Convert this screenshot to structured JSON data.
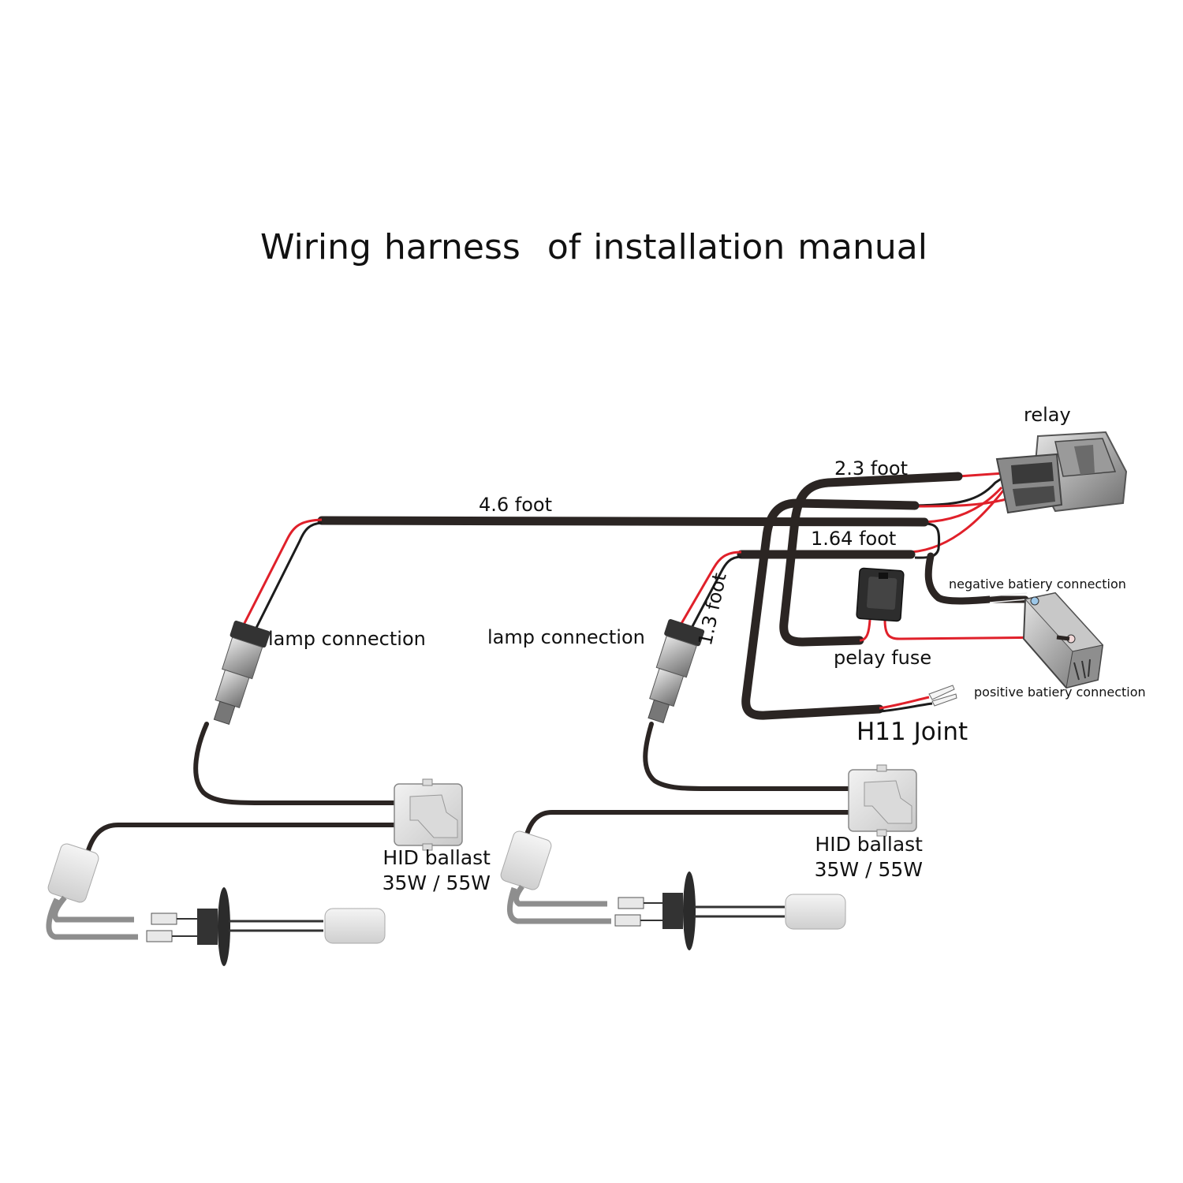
{
  "title": {
    "part1": "Wiring harness",
    "part2": "of installation manual"
  },
  "labels": {
    "relay": "relay",
    "wire_23": "2.3 foot",
    "wire_46": "4.6 foot",
    "wire_164": "1.64 foot",
    "wire_13": "1.3 foot",
    "negative_battery": "negative batiery connection",
    "positive_battery": "positive batiery connection",
    "relay_fuse": "pelay fuse",
    "h11_joint": "H11 Joint",
    "lamp_connection_left": "lamp connection",
    "lamp_connection_right": "lamp connection",
    "ballast_left_name": "HID ballast",
    "ballast_left_power": "35W / 55W",
    "ballast_right_name": "HID ballast",
    "ballast_right_power": "35W / 55W"
  },
  "colors": {
    "cable": "#2b2523",
    "positive_wire": "#e0202a",
    "negative_wire": "#1c1c1c",
    "metal": "#b9b9b9",
    "bulb_cable": "#8e8e8e"
  }
}
